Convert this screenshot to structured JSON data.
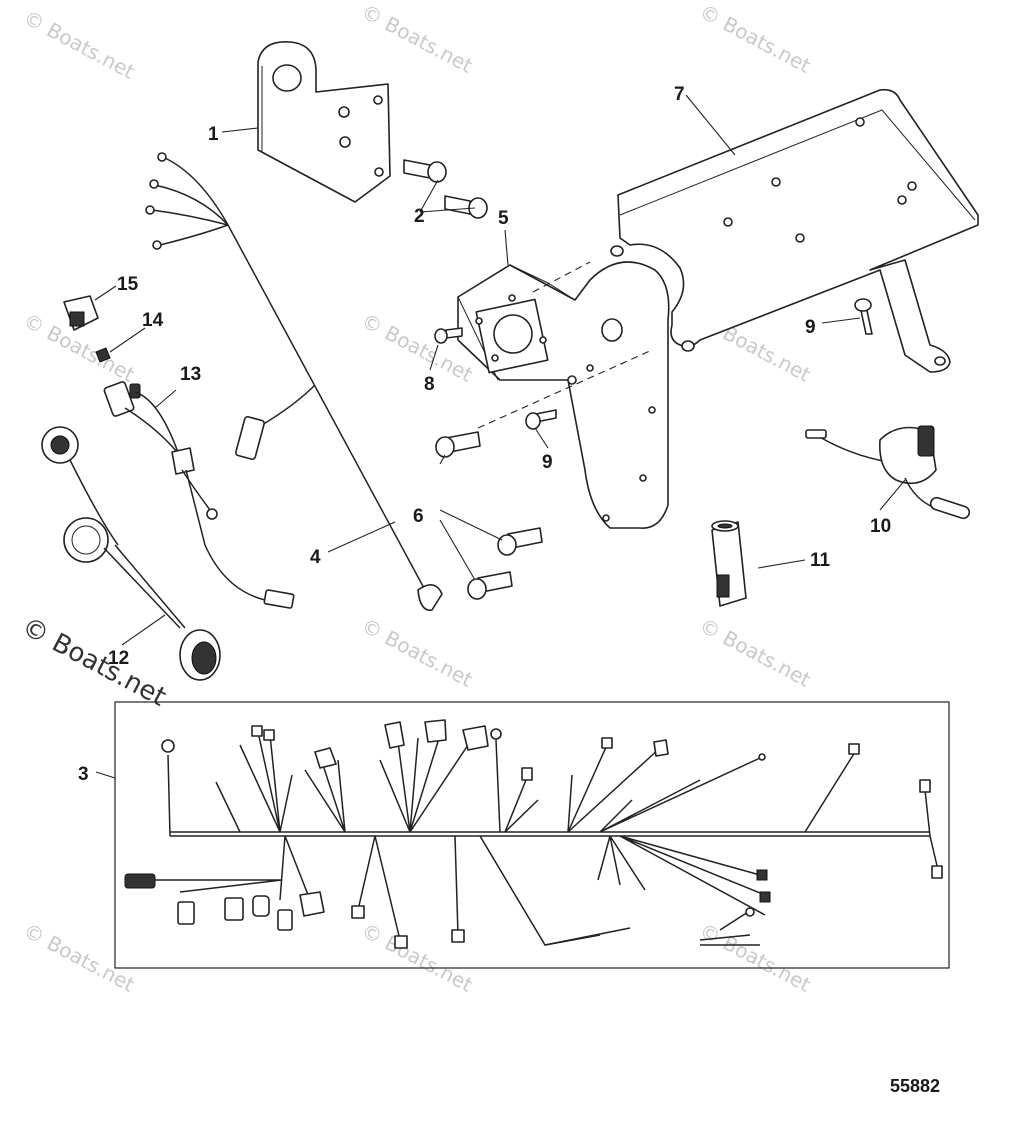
{
  "watermark": "Boats.net",
  "copyright_watermark": "© Boats.net",
  "reference_number": "55882",
  "callouts": [
    "1",
    "2",
    "3",
    "4",
    "5",
    "6",
    "7",
    "8",
    "9",
    "9",
    "10",
    "11",
    "12",
    "13",
    "14",
    "15"
  ]
}
